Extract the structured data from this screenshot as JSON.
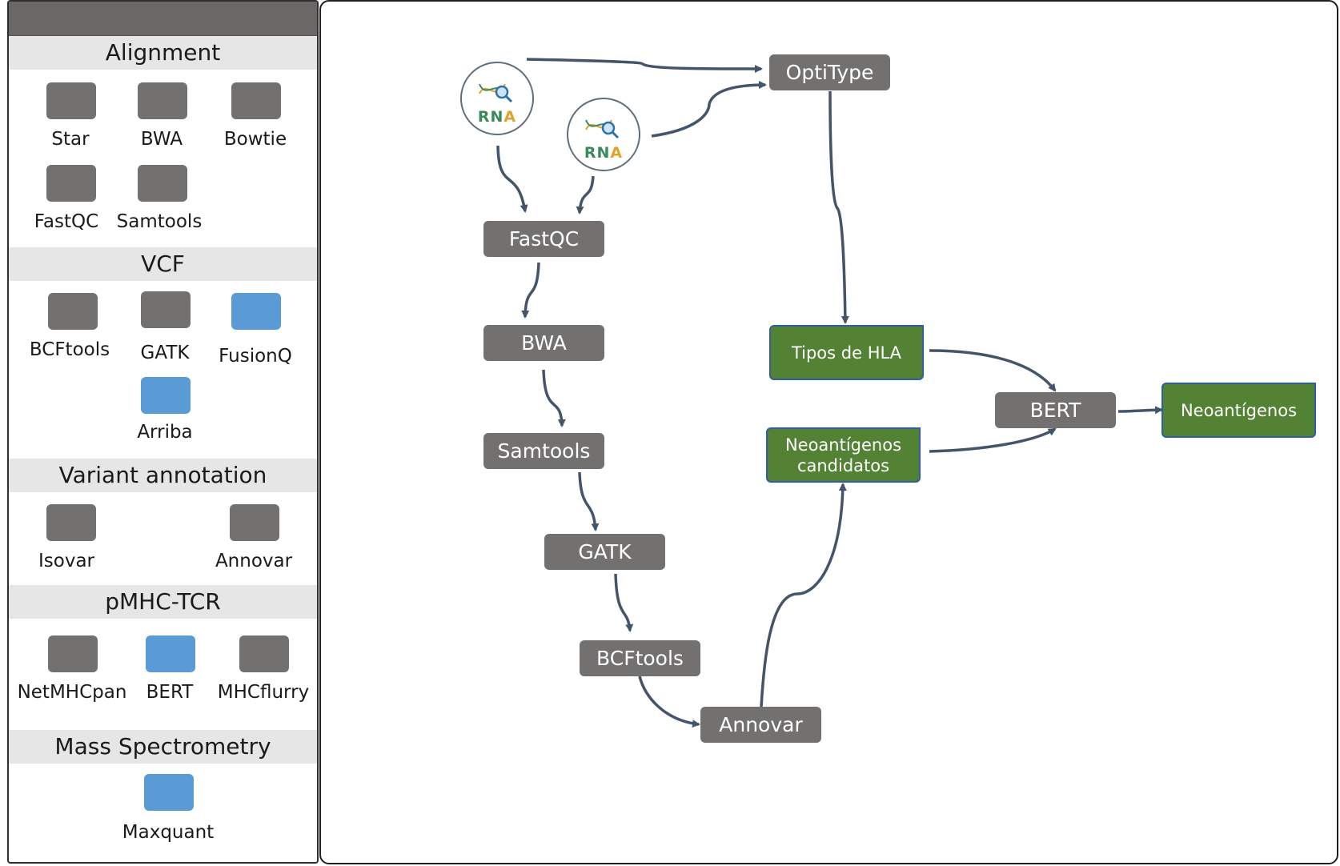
{
  "colors": {
    "tool_default": "#737070",
    "tool_highlight": "#5b9bd5",
    "section_band": "#e6e6e6",
    "output_node": "#548235",
    "arrow": "#44546a",
    "rna_r": "#3a8a5c",
    "rna_n": "#3a8a5c",
    "rna_a": "#e0a22a"
  },
  "sidebar": {
    "sections": [
      {
        "title": "Alignment",
        "tools": [
          {
            "label": "Star",
            "highlight": false
          },
          {
            "label": "BWA",
            "highlight": false
          },
          {
            "label": "Bowtie",
            "highlight": false
          },
          {
            "label": "FastQC",
            "highlight": false
          },
          {
            "label": "Samtools",
            "highlight": false
          }
        ]
      },
      {
        "title": "VCF",
        "tools": [
          {
            "label": "BCFtools",
            "highlight": false
          },
          {
            "label": "GATK",
            "highlight": false
          },
          {
            "label": "FusionQ",
            "highlight": true
          },
          {
            "label": "Arriba",
            "highlight": true
          }
        ]
      },
      {
        "title": "Variant annotation",
        "tools": [
          {
            "label": "Isovar",
            "highlight": false
          },
          {
            "label": "Annovar",
            "highlight": false
          }
        ]
      },
      {
        "title": "pMHC-TCR",
        "tools": [
          {
            "label": "NetMHCpan",
            "highlight": false
          },
          {
            "label": "BERT",
            "highlight": true
          },
          {
            "label": "MHCflurry",
            "highlight": false
          }
        ]
      },
      {
        "title": "Mass Spectrometry",
        "tools": [
          {
            "label": "Maxquant",
            "highlight": true
          }
        ]
      }
    ]
  },
  "inputs": [
    {
      "icon": "rna-icon",
      "r": "R",
      "n": "N",
      "a": "A"
    },
    {
      "icon": "rna-icon",
      "r": "R",
      "n": "N",
      "a": "A"
    }
  ],
  "pipeline": {
    "optitype": "OptiType",
    "fastqc": "FastQC",
    "bwa": "BWA",
    "samtools": "Samtools",
    "gatk": "GATK",
    "bcftools": "BCFtools",
    "annovar": "Annovar",
    "bert": "BERT",
    "hla_types": "Tipos de HLA",
    "candidates_line1": "Neoantígenos",
    "candidates_line2": "candidatos",
    "neoantigens": "Neoantígenos"
  }
}
